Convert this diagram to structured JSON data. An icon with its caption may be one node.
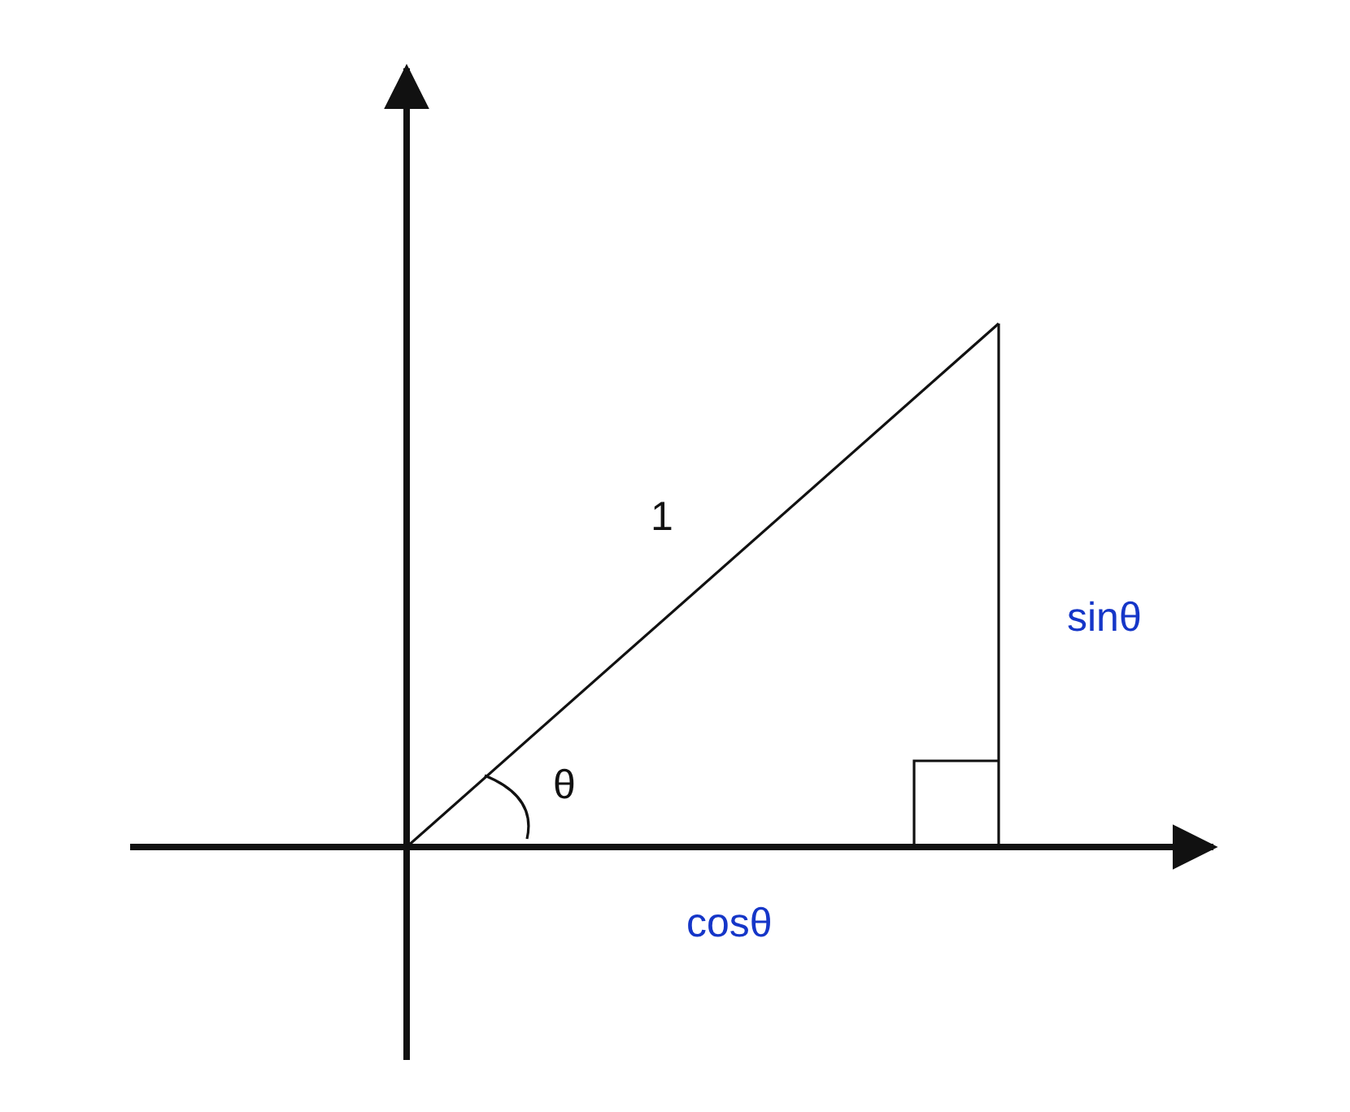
{
  "diagram": {
    "labels": [
      "1",
      "θ",
      "sinθ",
      "cosθ"
    ]
  }
}
